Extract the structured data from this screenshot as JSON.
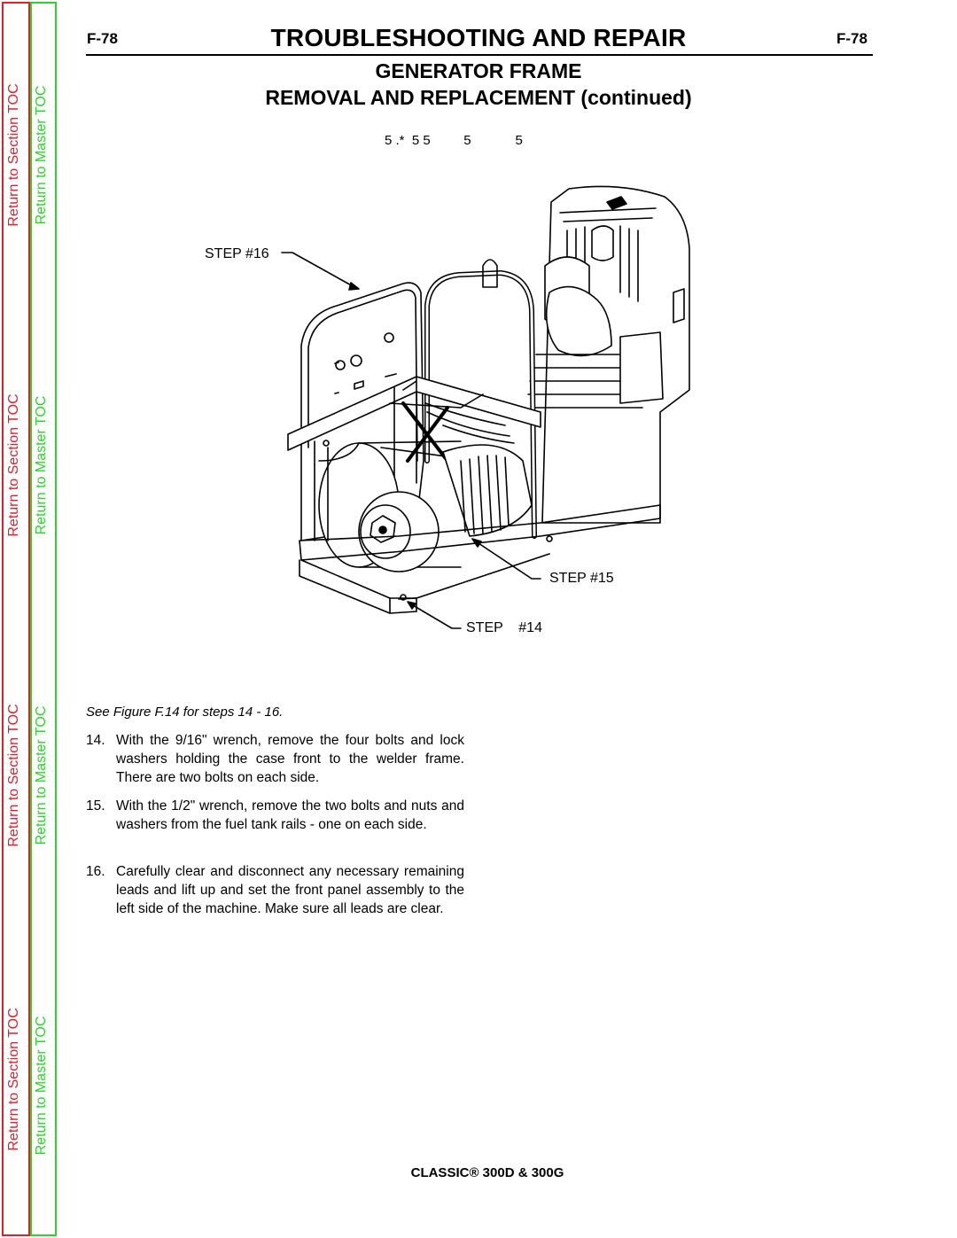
{
  "header": {
    "page_code_left": "F-78",
    "page_code_right": "F-78",
    "title": "TROUBLESHOOTING AND REPAIR"
  },
  "subtitle": {
    "line1": "GENERATOR FRAME",
    "line2": "REMOVAL AND REPLACEMENT (continued)"
  },
  "figure": {
    "garbled_caption": "5 .*  5 5         5            5",
    "step16": "STEP #16",
    "step15": "STEP #15",
    "step14": "STEP    #14"
  },
  "instructions": {
    "see_figure": "See Figure F.14 for steps 14 - 16.",
    "steps": [
      {
        "num": "14.",
        "text": "With the 9/16\" wrench, remove the four bolts and lock washers holding the case front to the welder frame. There are two bolts on each side."
      },
      {
        "num": "15.",
        "text": "With the 1/2\" wrench, remove the two bolts and nuts and washers from the fuel tank rails - one on each side."
      },
      {
        "num": "16.",
        "text": "Carefully clear and disconnect any necessary remaining leads and lift up and set the front panel assembly to the left side of the machine. Make sure all leads are clear."
      }
    ]
  },
  "sidebar": {
    "section_toc": "Return to Section TOC",
    "master_toc": "Return to Master TOC"
  },
  "footer": {
    "model": "CLASSIC® 300D & 300G"
  },
  "colors": {
    "section_link": "#e0202a",
    "master_link": "#2fd12f"
  }
}
